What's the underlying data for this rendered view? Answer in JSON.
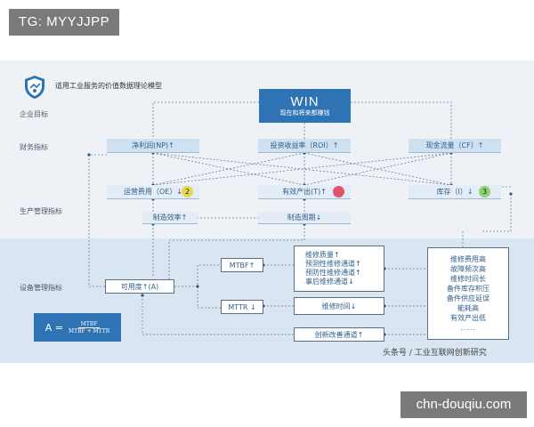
{
  "tag": "TG: MYYJJPP",
  "site_watermark": "chn-douqiu.com",
  "header": {
    "title": "适用工业服务的价值数据理论模型"
  },
  "levels": {
    "enterprise": "企业目标",
    "finance": "财务指标",
    "production": "生产管理指标",
    "equipment": "设备管理指标"
  },
  "win": {
    "title": "WIN",
    "subtitle": "现在和将来都赚钱"
  },
  "finance_boxes": [
    "净利润(NP)↑",
    "投资收益率（ROI）↑",
    "现金流量（CF）↑"
  ],
  "production_boxes": [
    "运营费用（OE）↓",
    "有效产出(T)↑",
    "库存（I）↓"
  ],
  "production_circles": [
    "2",
    "",
    "3"
  ],
  "production_sub": [
    "制造效率↑",
    "制造周期↓"
  ],
  "availability": "可用度↑(A)",
  "mtbf": "MTBF↑",
  "mttr": "MTTR ↓",
  "mtbf_details": [
    "维修质量↑",
    "预测性维修通道↑",
    "预防性维修通道↑",
    "事后维修通道↓"
  ],
  "mttr_detail": "维修时间↓",
  "innovation": "创新改善通道↑",
  "outcomes": [
    "维修费用高",
    "故障频次高",
    "维修时间长",
    "备件库存积压",
    "备件供应延误",
    "能耗高",
    "有效产出低"
  ],
  "formula": {
    "lhs": "A =",
    "numerator": "MTBF",
    "denominator": "MTBF + MTTR"
  },
  "credit": "头条号 / 工业互联网创新研究",
  "colors": {
    "primary": "#2e74b5",
    "light": "#cfe0f0",
    "circle_yellow": "#e6d84a",
    "circle_red": "#e0556b",
    "circle_green": "#8fd46e"
  }
}
